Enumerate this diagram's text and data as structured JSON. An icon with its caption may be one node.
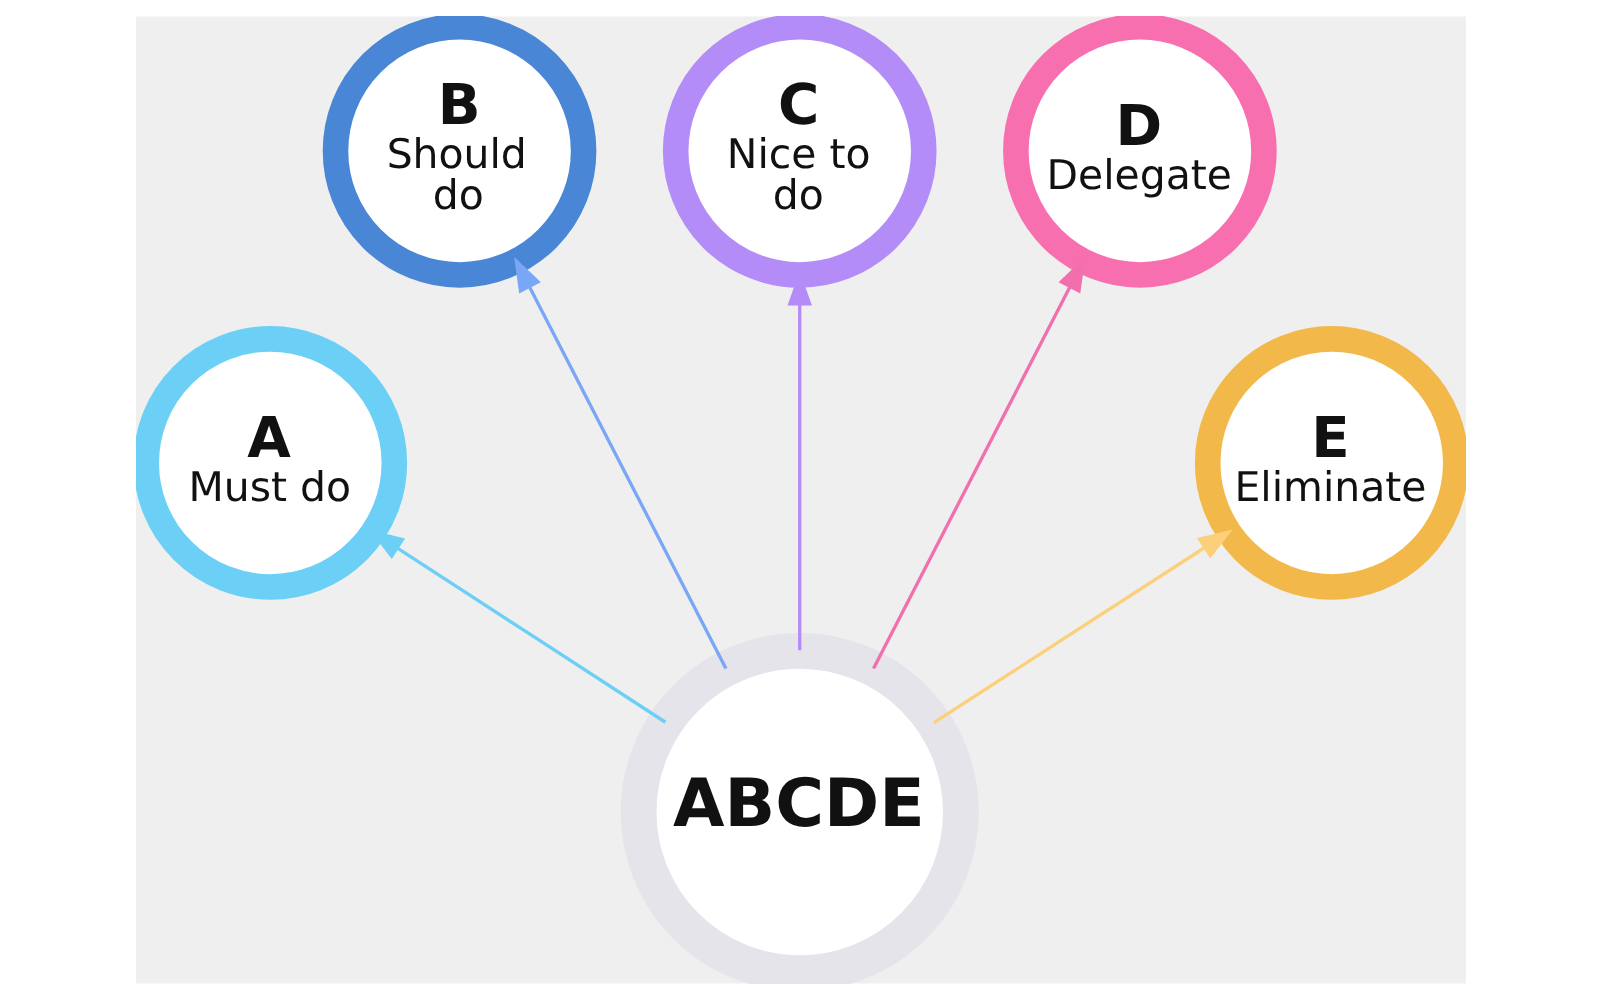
{
  "diagram": {
    "nodes": [
      {
        "text": [
          "ABCDE"
        ]
      },
      {
        "text": [
          "A",
          "Must do"
        ]
      },
      {
        "text": [
          "B",
          "Should do"
        ]
      },
      {
        "text": [
          "C",
          "Nice to do"
        ]
      },
      {
        "text": [
          "D",
          "Delegate"
        ]
      },
      {
        "text": [
          "E",
          "Eliminate"
        ]
      }
    ],
    "edges": [
      {
        "from": 0,
        "to": 1,
        "arrow": "to",
        "color": "#6ccff6"
      },
      {
        "from": 0,
        "to": 2,
        "arrow": "to",
        "color": "#7aa7f5"
      },
      {
        "from": 0,
        "to": 3,
        "arrow": "to",
        "color": "#b48cf7"
      },
      {
        "from": 0,
        "to": 4,
        "arrow": "to",
        "color": "#f26fae"
      },
      {
        "from": 0,
        "to": 5,
        "arrow": "to",
        "color": "#fcd07a"
      }
    ]
  }
}
